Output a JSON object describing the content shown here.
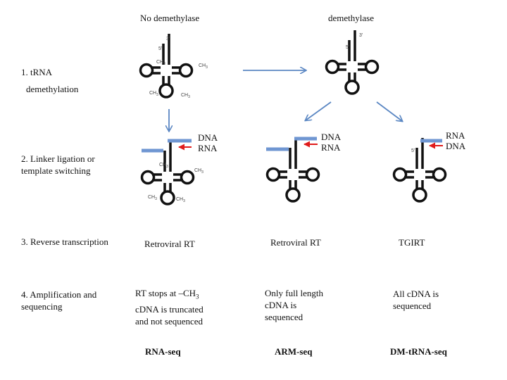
{
  "headers": {
    "no_demethylase": "No demethylase",
    "demethylase": "demethylase"
  },
  "steps": {
    "step1_line1": "1. tRNA",
    "step1_line2": "demethylation",
    "step2_line1": "2. Linker ligation or",
    "step2_line2": "template switching",
    "step3": "3. Reverse transcription",
    "step4_line1": "4. Amplification and",
    "step4_line2": "sequencing"
  },
  "strands": {
    "col1": {
      "top": "DNA",
      "bottom": "RNA"
    },
    "col2": {
      "top": "DNA",
      "bottom": "RNA"
    },
    "col3": {
      "top": "RNA",
      "bottom": "DNA"
    }
  },
  "rt": {
    "col1": "Retroviral RT",
    "col2": "Retroviral RT",
    "col3": "TGIRT"
  },
  "outcomes": {
    "col1": {
      "l1": "RT stops at –CH",
      "l1_sub": "3",
      "l2": "cDNA is truncated",
      "l3": "and not sequenced"
    },
    "col2": {
      "l1": "Only full length",
      "l2": "cDNA is",
      "l3": "sequenced"
    },
    "col3": {
      "l1": "All cDNA is",
      "l2": "sequenced"
    }
  },
  "methods": {
    "col1": "RNA-seq",
    "col2": "ARM-seq",
    "col3": "DM-tRNA-seq"
  },
  "mol": {
    "five": "5'",
    "three": "3'",
    "ch3": "CH",
    "ch3_sub": "3"
  },
  "colors": {
    "arrow_blue": "#5b87c3",
    "linker_blue": "#6f96d2",
    "red_arrow": "#e01b1b",
    "trna": "#111111"
  }
}
